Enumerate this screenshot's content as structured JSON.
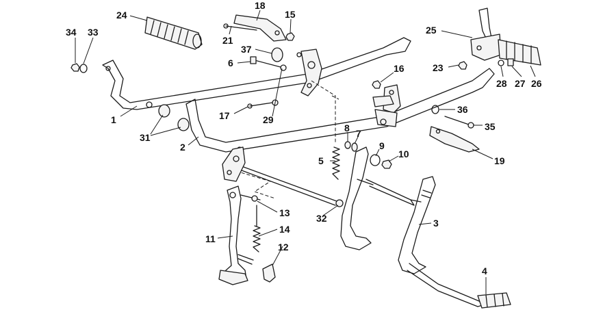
{
  "callouts": {
    "c1": "1",
    "c2": "2",
    "c3": "3",
    "c4": "4",
    "c5": "5",
    "c6": "6",
    "c7": "7",
    "c8": "8",
    "c9": "9",
    "c10": "10",
    "c11": "11",
    "c12": "12",
    "c13": "13",
    "c14": "14",
    "c15": "15",
    "c16": "16",
    "c17": "17",
    "c18": "18",
    "c19": "19",
    "c21": "21",
    "c23": "23",
    "c24": "24",
    "c25": "25",
    "c26": "26",
    "c27": "27",
    "c28": "28",
    "c29": "29",
    "c31": "31",
    "c32": "32",
    "c33": "33",
    "c34": "34",
    "c35": "35",
    "c36": "36",
    "c37": "37"
  },
  "colors": {
    "line": "#1a1a1a",
    "background": "#ffffff"
  }
}
